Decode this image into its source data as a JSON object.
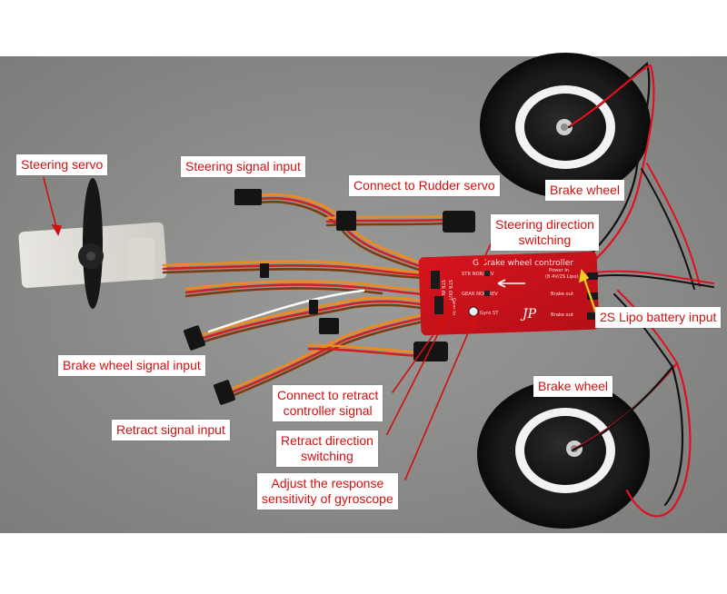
{
  "labels": {
    "steering_servo": "Steering servo",
    "steering_signal_input": "Steering signal input",
    "connect_rudder_servo": "Connect to Rudder servo",
    "brake_wheel_top": "Brake wheel",
    "steering_direction_line1": "Steering direction",
    "steering_direction_line2": "switching",
    "lipo_input": "2S Lipo battery input",
    "brake_wheel_signal_input": "Brake wheel signal input",
    "brake_wheel_bottom": "Brake wheel",
    "retract_controller_line1": "Connect to retract",
    "retract_controller_line2": "controller signal",
    "retract_signal_input": "Retract signal input",
    "retract_direction_line1": "Retract direction",
    "retract_direction_line2": "switching",
    "gyro_line1": "Adjust the response",
    "gyro_line2": "sensitivity of gyroscope"
  },
  "board": {
    "title": "G-Brake wheel controller",
    "str_switch": "STR NOR/REV",
    "gear_switch": "GEAR NOR/REV",
    "gyro": "Gyro ST",
    "power_in": "Power in",
    "power_spec": "(8.4V/2S Lipo)",
    "brake_out_1": "Brake out",
    "brake_out_2": "Brake out",
    "str_in": "STR IN",
    "str_out": "STR OUT",
    "gear_in": "Gear in",
    "logo": "JP"
  },
  "colors": {
    "annotation": "#d01010",
    "board": "#c8141c",
    "background": "#8b8c8a"
  }
}
